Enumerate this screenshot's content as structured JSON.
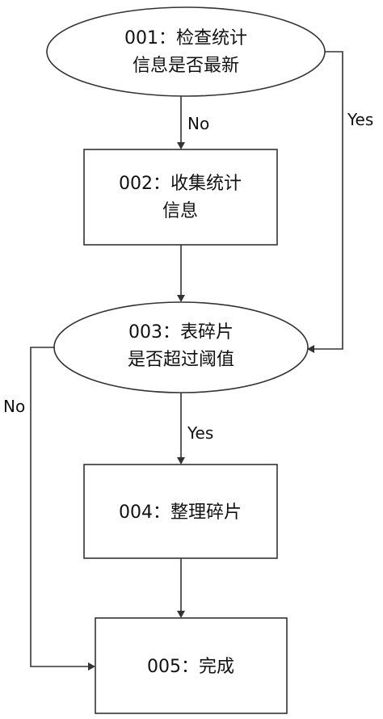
{
  "nodes": {
    "n001": {
      "line1": "001：检查统计",
      "line2": "信息是否最新"
    },
    "n002": {
      "line1": "002：收集统计",
      "line2": "信息"
    },
    "n003": {
      "line1": "003：表碎片",
      "line2": "是否超过阈值"
    },
    "n004": {
      "line1": "004：整理碎片"
    },
    "n005": {
      "line1": "005：完成"
    }
  },
  "edges": {
    "n001_to_n002": "No",
    "n001_to_n003": "Yes",
    "n003_to_n004": "Yes",
    "n003_to_n005": "No"
  }
}
